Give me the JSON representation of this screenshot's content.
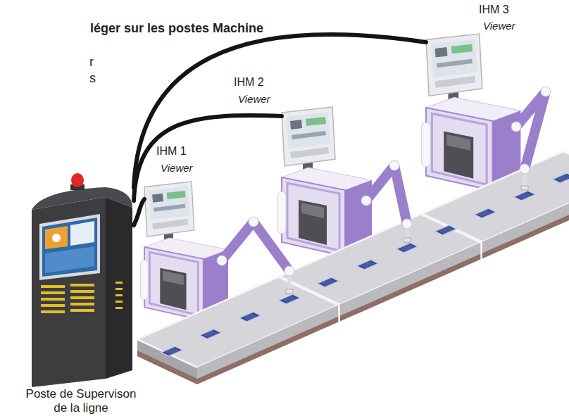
{
  "diagram": {
    "title": "léger sur les postes Machine",
    "nodes": [
      {
        "text": [
          "Poste de Supervison de la ligne"
        ]
      },
      {
        "text": [
          "IHM 1",
          "Viewer"
        ]
      },
      {
        "text": [
          "IHM 2",
          "Viewer"
        ]
      },
      {
        "text": [
          "IHM 3",
          "Viewer"
        ]
      }
    ],
    "edges": [
      {
        "from": 0,
        "to": 1,
        "arrow": "none"
      },
      {
        "from": 0,
        "to": 2,
        "arrow": "none"
      },
      {
        "from": 0,
        "to": 3,
        "arrow": "none"
      }
    ],
    "labels": [
      "r",
      "s"
    ]
  }
}
